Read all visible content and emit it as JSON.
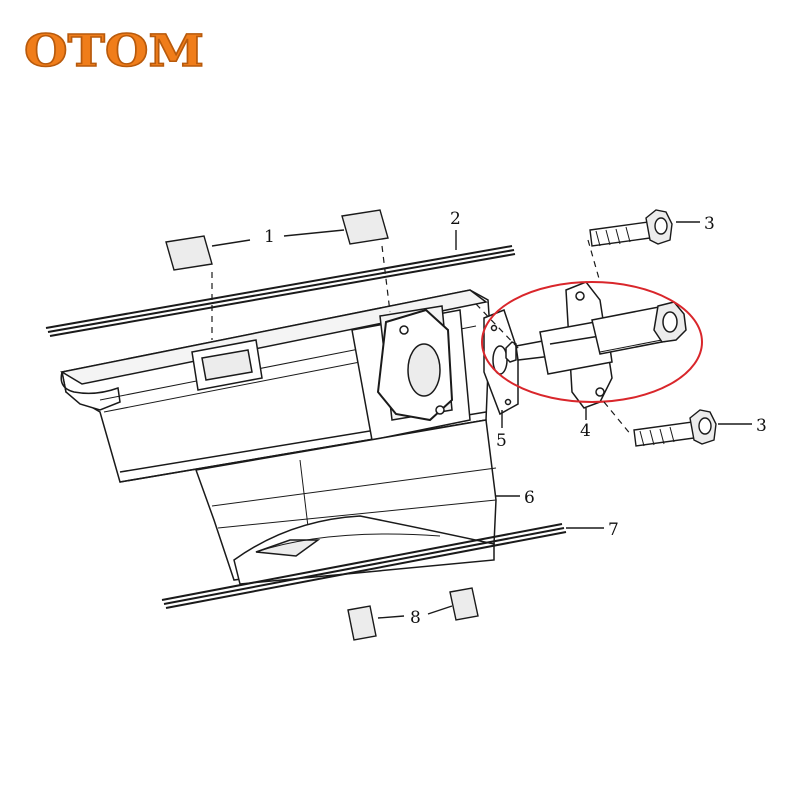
{
  "brand": {
    "logo_text": "OTOM",
    "logo_color": "#f07d1a",
    "logo_outline": "#b85a0c"
  },
  "colors": {
    "line": "#1a1a1a",
    "part_fill": "#ffffff",
    "part_shade": "#ececec",
    "highlight": "#d9262b"
  },
  "callouts": {
    "c1": "1",
    "c2": "2",
    "c3a": "3",
    "c3b": "3",
    "c4": "4",
    "c5": "5",
    "c6": "6",
    "c7": "7",
    "c8": "8"
  }
}
